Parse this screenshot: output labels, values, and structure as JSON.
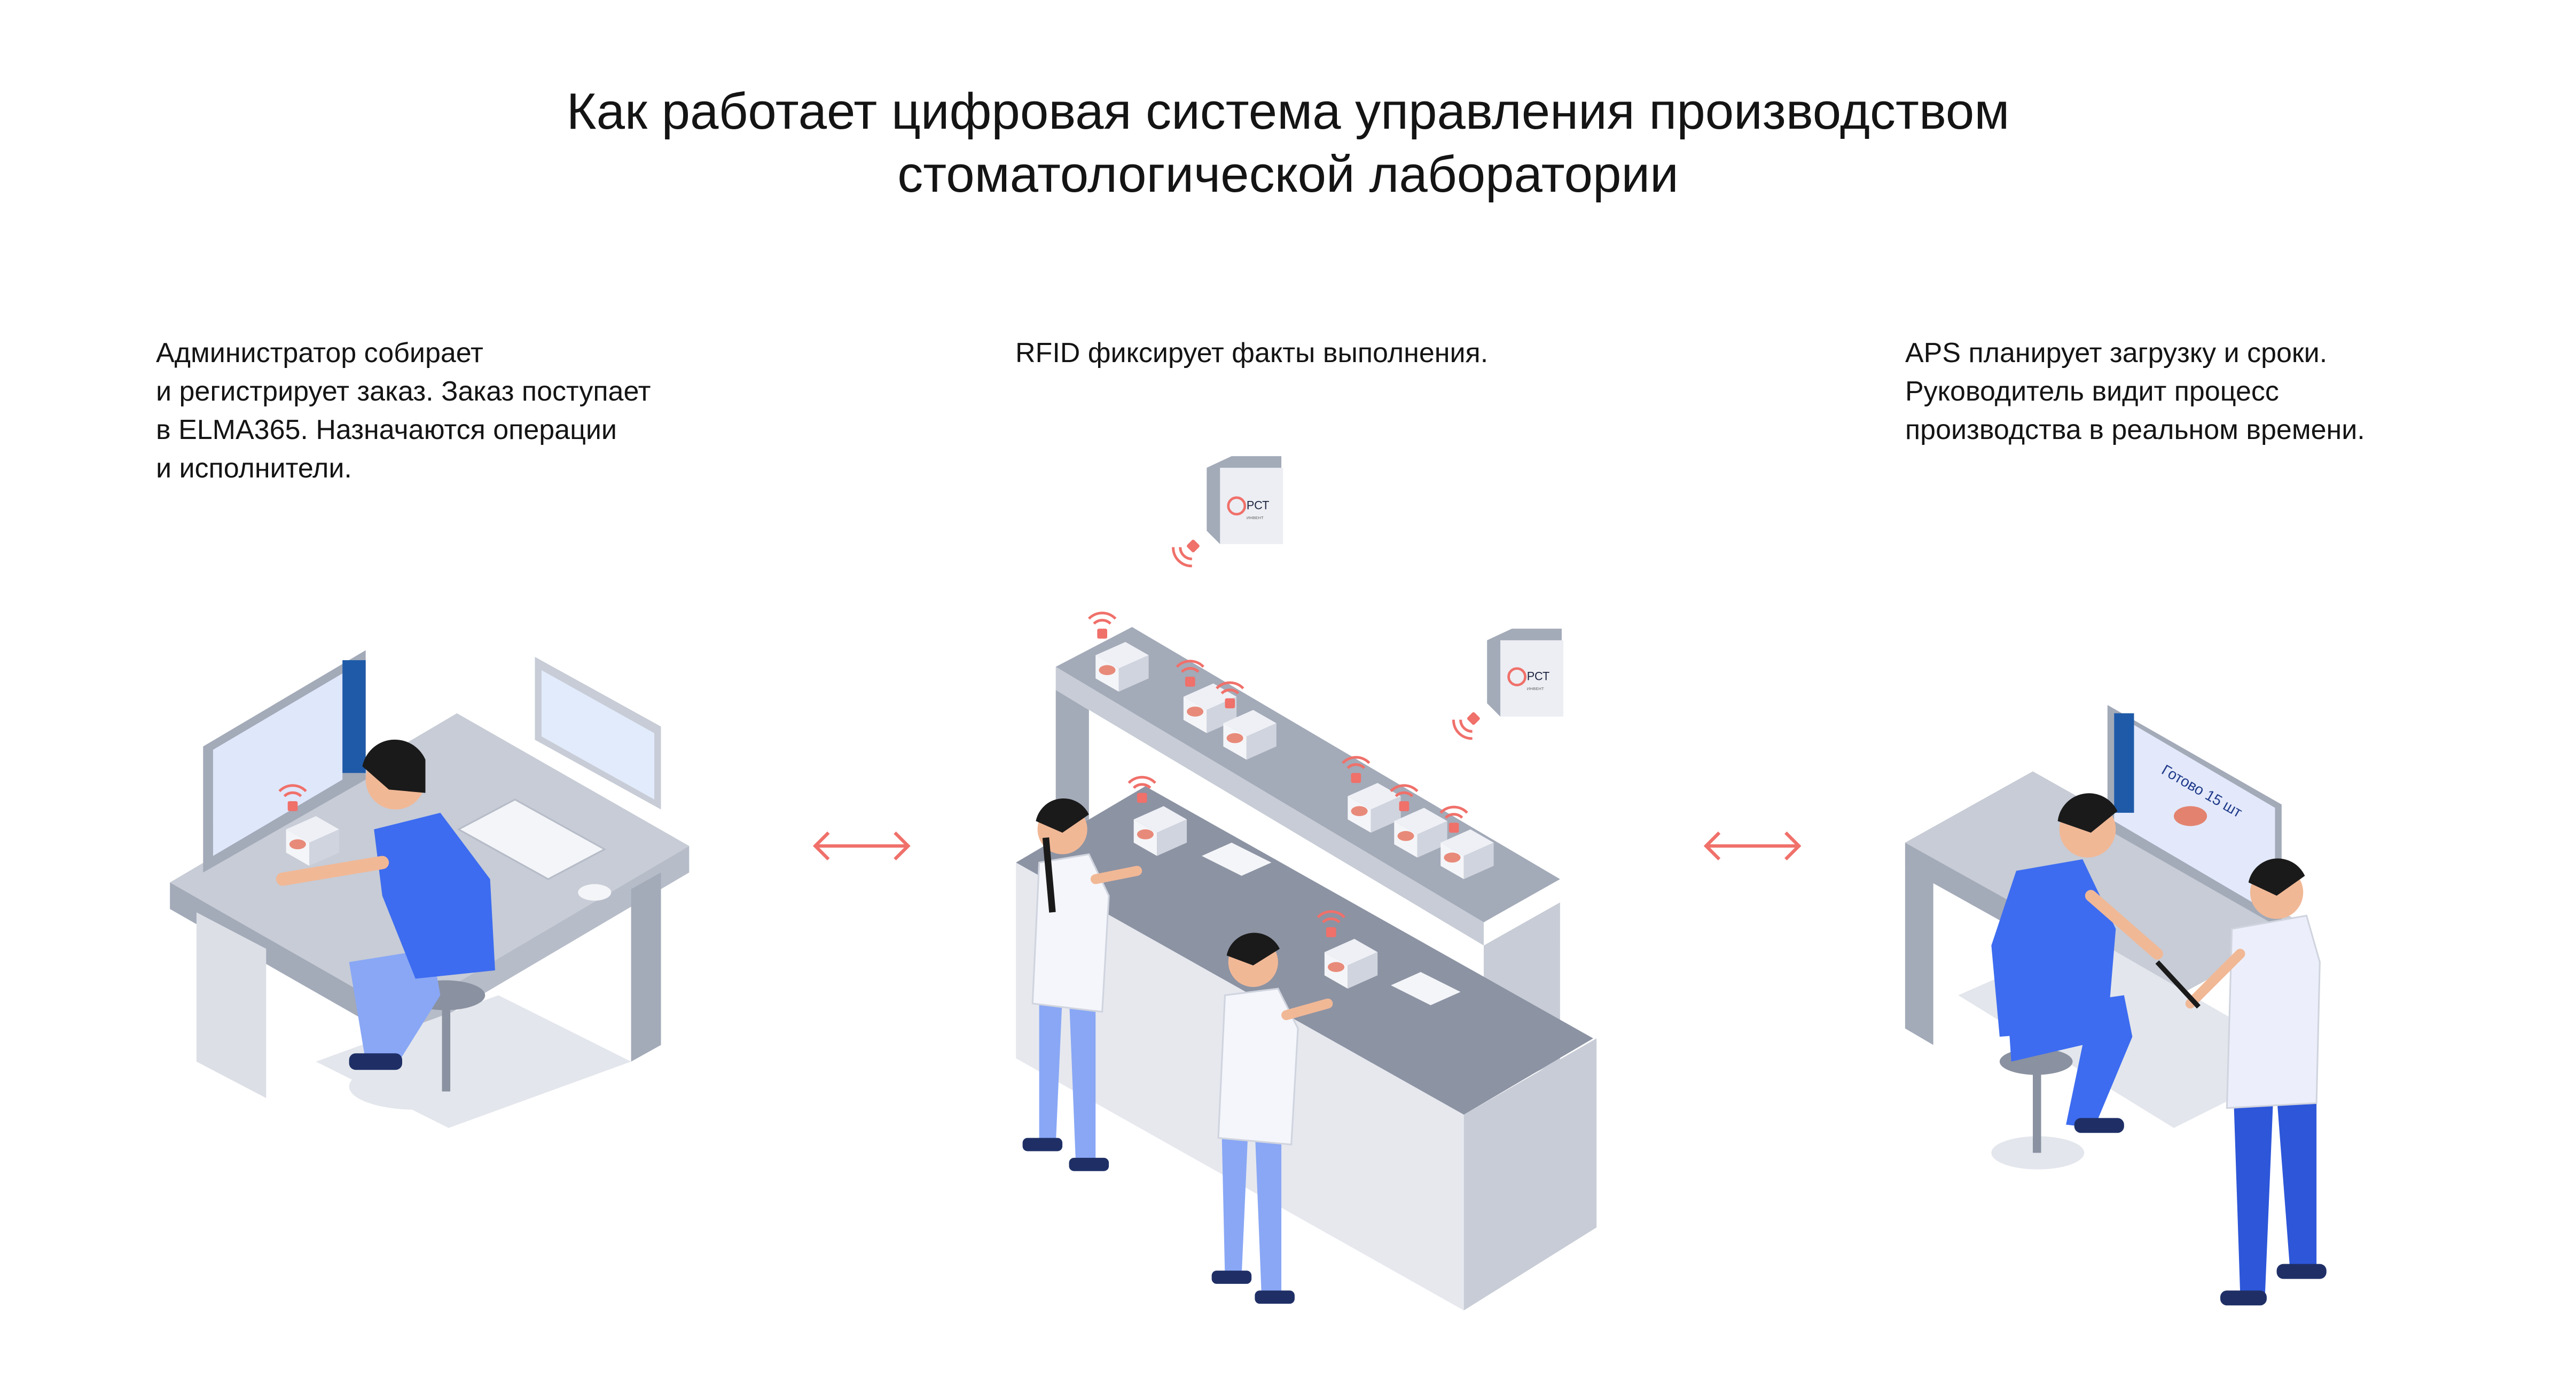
{
  "title": {
    "line1": "Как работает цифровая система управления производством",
    "line2": "стоматологической лаборатории"
  },
  "steps": [
    {
      "lines": [
        "Администратор собирает",
        "и регистрирует заказ. Заказ поступает",
        "в ELMA365. Назначаются операции",
        "и исполнители."
      ]
    },
    {
      "lines": [
        "RFID фиксирует факты выполнения."
      ]
    },
    {
      "lines": [
        "APS планирует загрузку и сроки.",
        "Руководитель видит процесс",
        "производства в реальном времени."
      ]
    }
  ],
  "reader_logo": {
    "brand": "РСТ",
    "sub": "ИНВЕНТ"
  },
  "monitor_text": "Готово 15 шт",
  "colors": {
    "accent": "#f0706a",
    "blue": "#3d6cf0",
    "gray": "#a3aab8",
    "navy": "#1f3a8a"
  }
}
